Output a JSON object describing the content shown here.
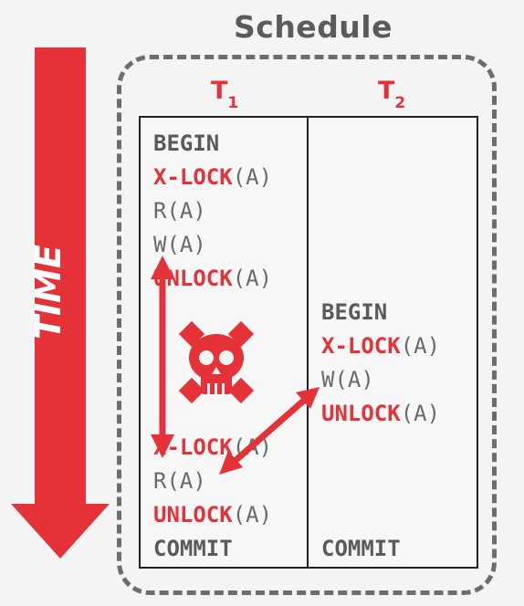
{
  "title": "Schedule",
  "time_label": "TIME",
  "transactions": [
    {
      "name": "T",
      "sub": "1"
    },
    {
      "name": "T",
      "sub": "2"
    }
  ],
  "t1_ops": [
    {
      "op": "BEGIN",
      "arg": ""
    },
    {
      "op": "X-LOCK",
      "arg": "(A)"
    },
    {
      "op": "R(A)",
      "arg": ""
    },
    {
      "op": "W(A)",
      "arg": ""
    },
    {
      "op": "UNLOCK",
      "arg": "(A)"
    },
    {
      "op": "X-LOCK",
      "arg": "(A)"
    },
    {
      "op": "R(A)",
      "arg": ""
    },
    {
      "op": "UNLOCK",
      "arg": "(A)"
    },
    {
      "op": "COMMIT",
      "arg": ""
    }
  ],
  "t2_ops": [
    {
      "op": "BEGIN",
      "arg": ""
    },
    {
      "op": "X-LOCK",
      "arg": "(A)"
    },
    {
      "op": "W(A)",
      "arg": ""
    },
    {
      "op": "UNLOCK",
      "arg": "(A)"
    },
    {
      "op": "COMMIT",
      "arg": ""
    }
  ],
  "colors": {
    "accent": "#e53238",
    "text": "#6a6a6a",
    "border": "#6d6d6d"
  },
  "icons": [
    "skull-crossbones-icon",
    "time-arrow-icon",
    "double-arrow-icon"
  ]
}
